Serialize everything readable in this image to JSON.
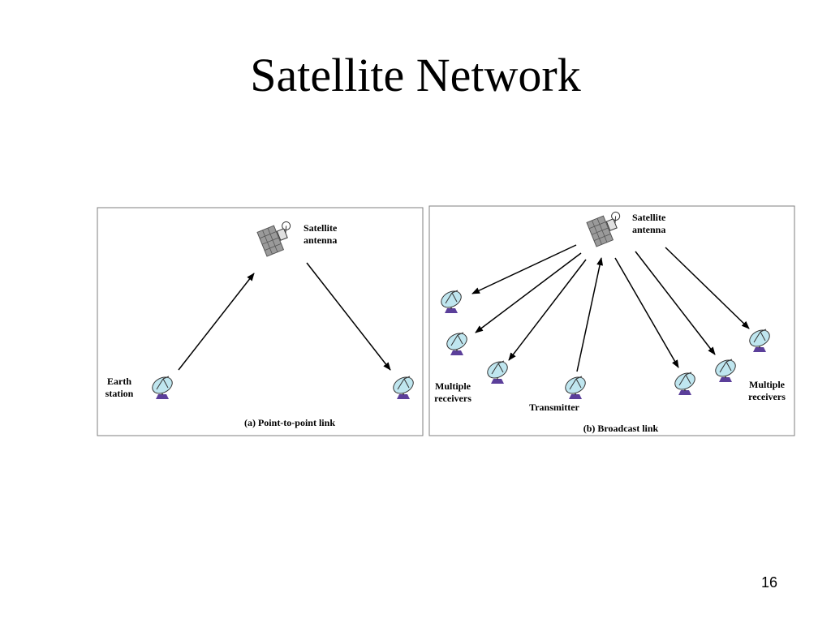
{
  "slide": {
    "title": "Satellite Network",
    "page_number": "16"
  },
  "panel_a": {
    "caption": "(a) Point-to-point link",
    "satellite_label": [
      "Satellite",
      "antenna"
    ],
    "earth_station_label": [
      "Earth",
      "station"
    ]
  },
  "panel_b": {
    "caption": "(b) Broadcast link",
    "satellite_label": [
      "Satellite",
      "antenna"
    ],
    "left_receivers_label": [
      "Multiple",
      "receivers"
    ],
    "right_receivers_label": [
      "Multiple",
      "receivers"
    ],
    "transmitter_label": "Transmitter"
  },
  "icons": {
    "satellite": "satellite-icon",
    "dish": "dish-antenna-icon"
  },
  "colors": {
    "dish_fill": "#bfe6ef",
    "dish_base": "#5b3f9a",
    "satellite_panel": "#9a9a9a",
    "arrow": "#000000",
    "border": "#7f7f7f"
  }
}
